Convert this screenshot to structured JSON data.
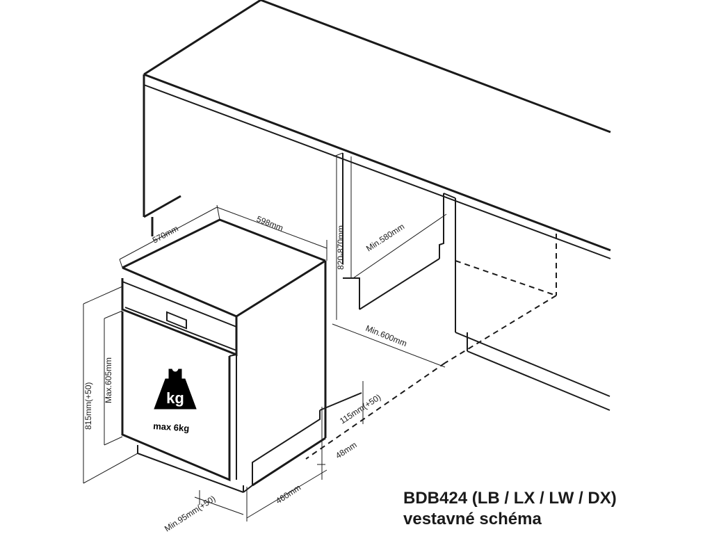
{
  "dimensions": {
    "depth": "570mm",
    "width": "598mm",
    "niche_height": "820-870mm",
    "min_niche_depth": "Min.580mm",
    "min_niche_width": "Min.600mm",
    "plinth_adjust": "115mm(+50)",
    "plinth_depth": "48mm",
    "base_depth": "460mm",
    "min_plinth_height": "Min.95mm(+50)",
    "appliance_height": "815mm(+50)",
    "max_door_height": "Max.605mm"
  },
  "door_load": {
    "weight_icon_label": "kg",
    "text": "max  6kg"
  },
  "caption": {
    "model": "BDB424 (LB / LX / LW / DX)",
    "subtitle": "vestavné schéma"
  }
}
